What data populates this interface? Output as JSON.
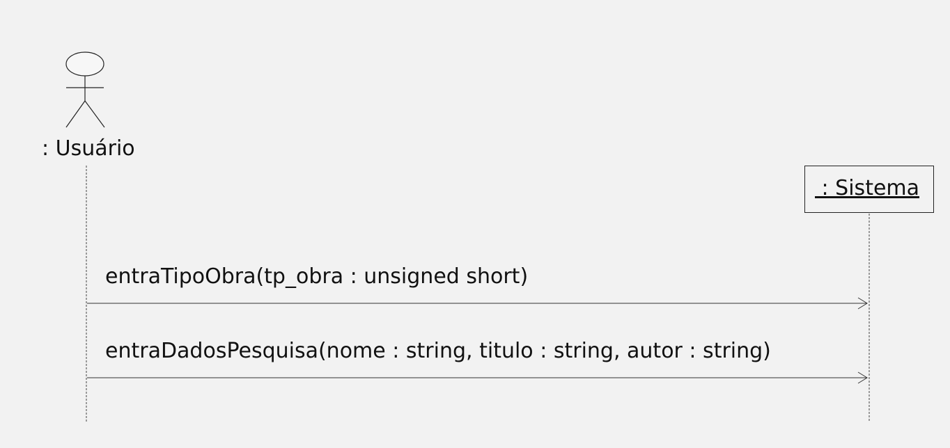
{
  "diagram": {
    "type": "sequence",
    "actor": {
      "label": ": Usuário",
      "icon": "stick-figure-icon"
    },
    "object": {
      "label": " : Sistema"
    },
    "messages": [
      {
        "label": "entraTipoObra(tp_obra : unsigned short)"
      },
      {
        "label": "entraDadosPesquisa(nome : string, titulo : string, autor : string)"
      }
    ],
    "colors": {
      "background": "#f2f2f2",
      "line": "#222222"
    }
  }
}
